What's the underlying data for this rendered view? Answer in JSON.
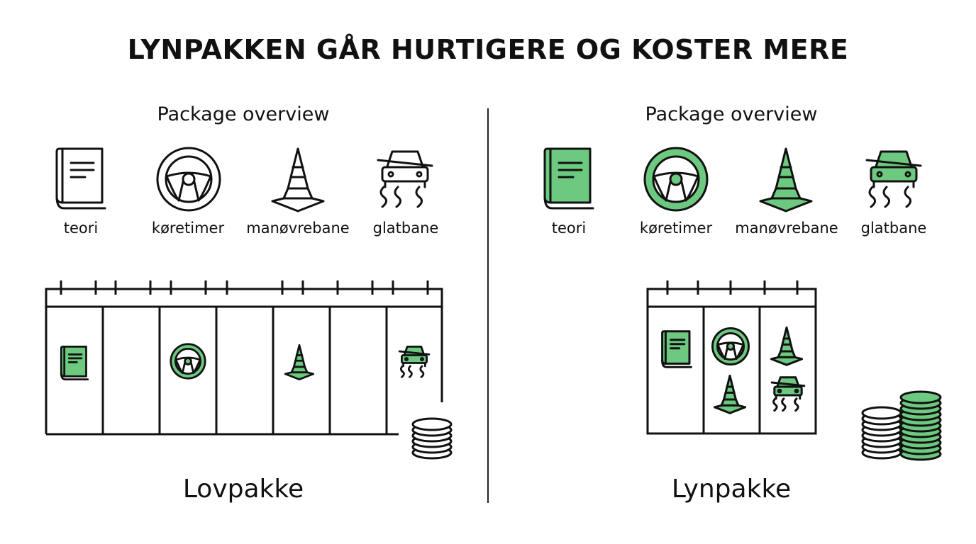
{
  "title": "LYNPAKKEN GÅR HURTIGERE OG KOSTER MERE",
  "colors": {
    "accent": "#6cc97f",
    "stroke": "#111111",
    "background": "#ffffff"
  },
  "panels": [
    {
      "heading": "Package overview",
      "name": "Lovpakke",
      "icons": [
        {
          "label": "teori",
          "icon": "book-icon"
        },
        {
          "label": "køretimer",
          "icon": "steering-wheel-icon"
        },
        {
          "label": "manøvrebane",
          "icon": "traffic-cone-icon"
        },
        {
          "label": "glatbane",
          "icon": "skid-car-icon"
        }
      ],
      "calendar_icons": [
        "book-icon",
        "steering-wheel-icon",
        "traffic-cone-icon",
        "skid-car-icon"
      ],
      "coin_stacks": 1
    },
    {
      "heading": "Package overview",
      "name": "Lynpakke",
      "icons": [
        {
          "label": "teori",
          "icon": "book-icon"
        },
        {
          "label": "køretimer",
          "icon": "steering-wheel-icon"
        },
        {
          "label": "manøvrebane",
          "icon": "traffic-cone-icon"
        },
        {
          "label": "glatbane",
          "icon": "skid-car-icon"
        }
      ],
      "calendar_icons": [
        "book-icon",
        "steering-wheel-icon",
        "traffic-cone-icon",
        "traffic-cone-icon",
        "skid-car-icon"
      ],
      "coin_stacks": 2
    }
  ]
}
